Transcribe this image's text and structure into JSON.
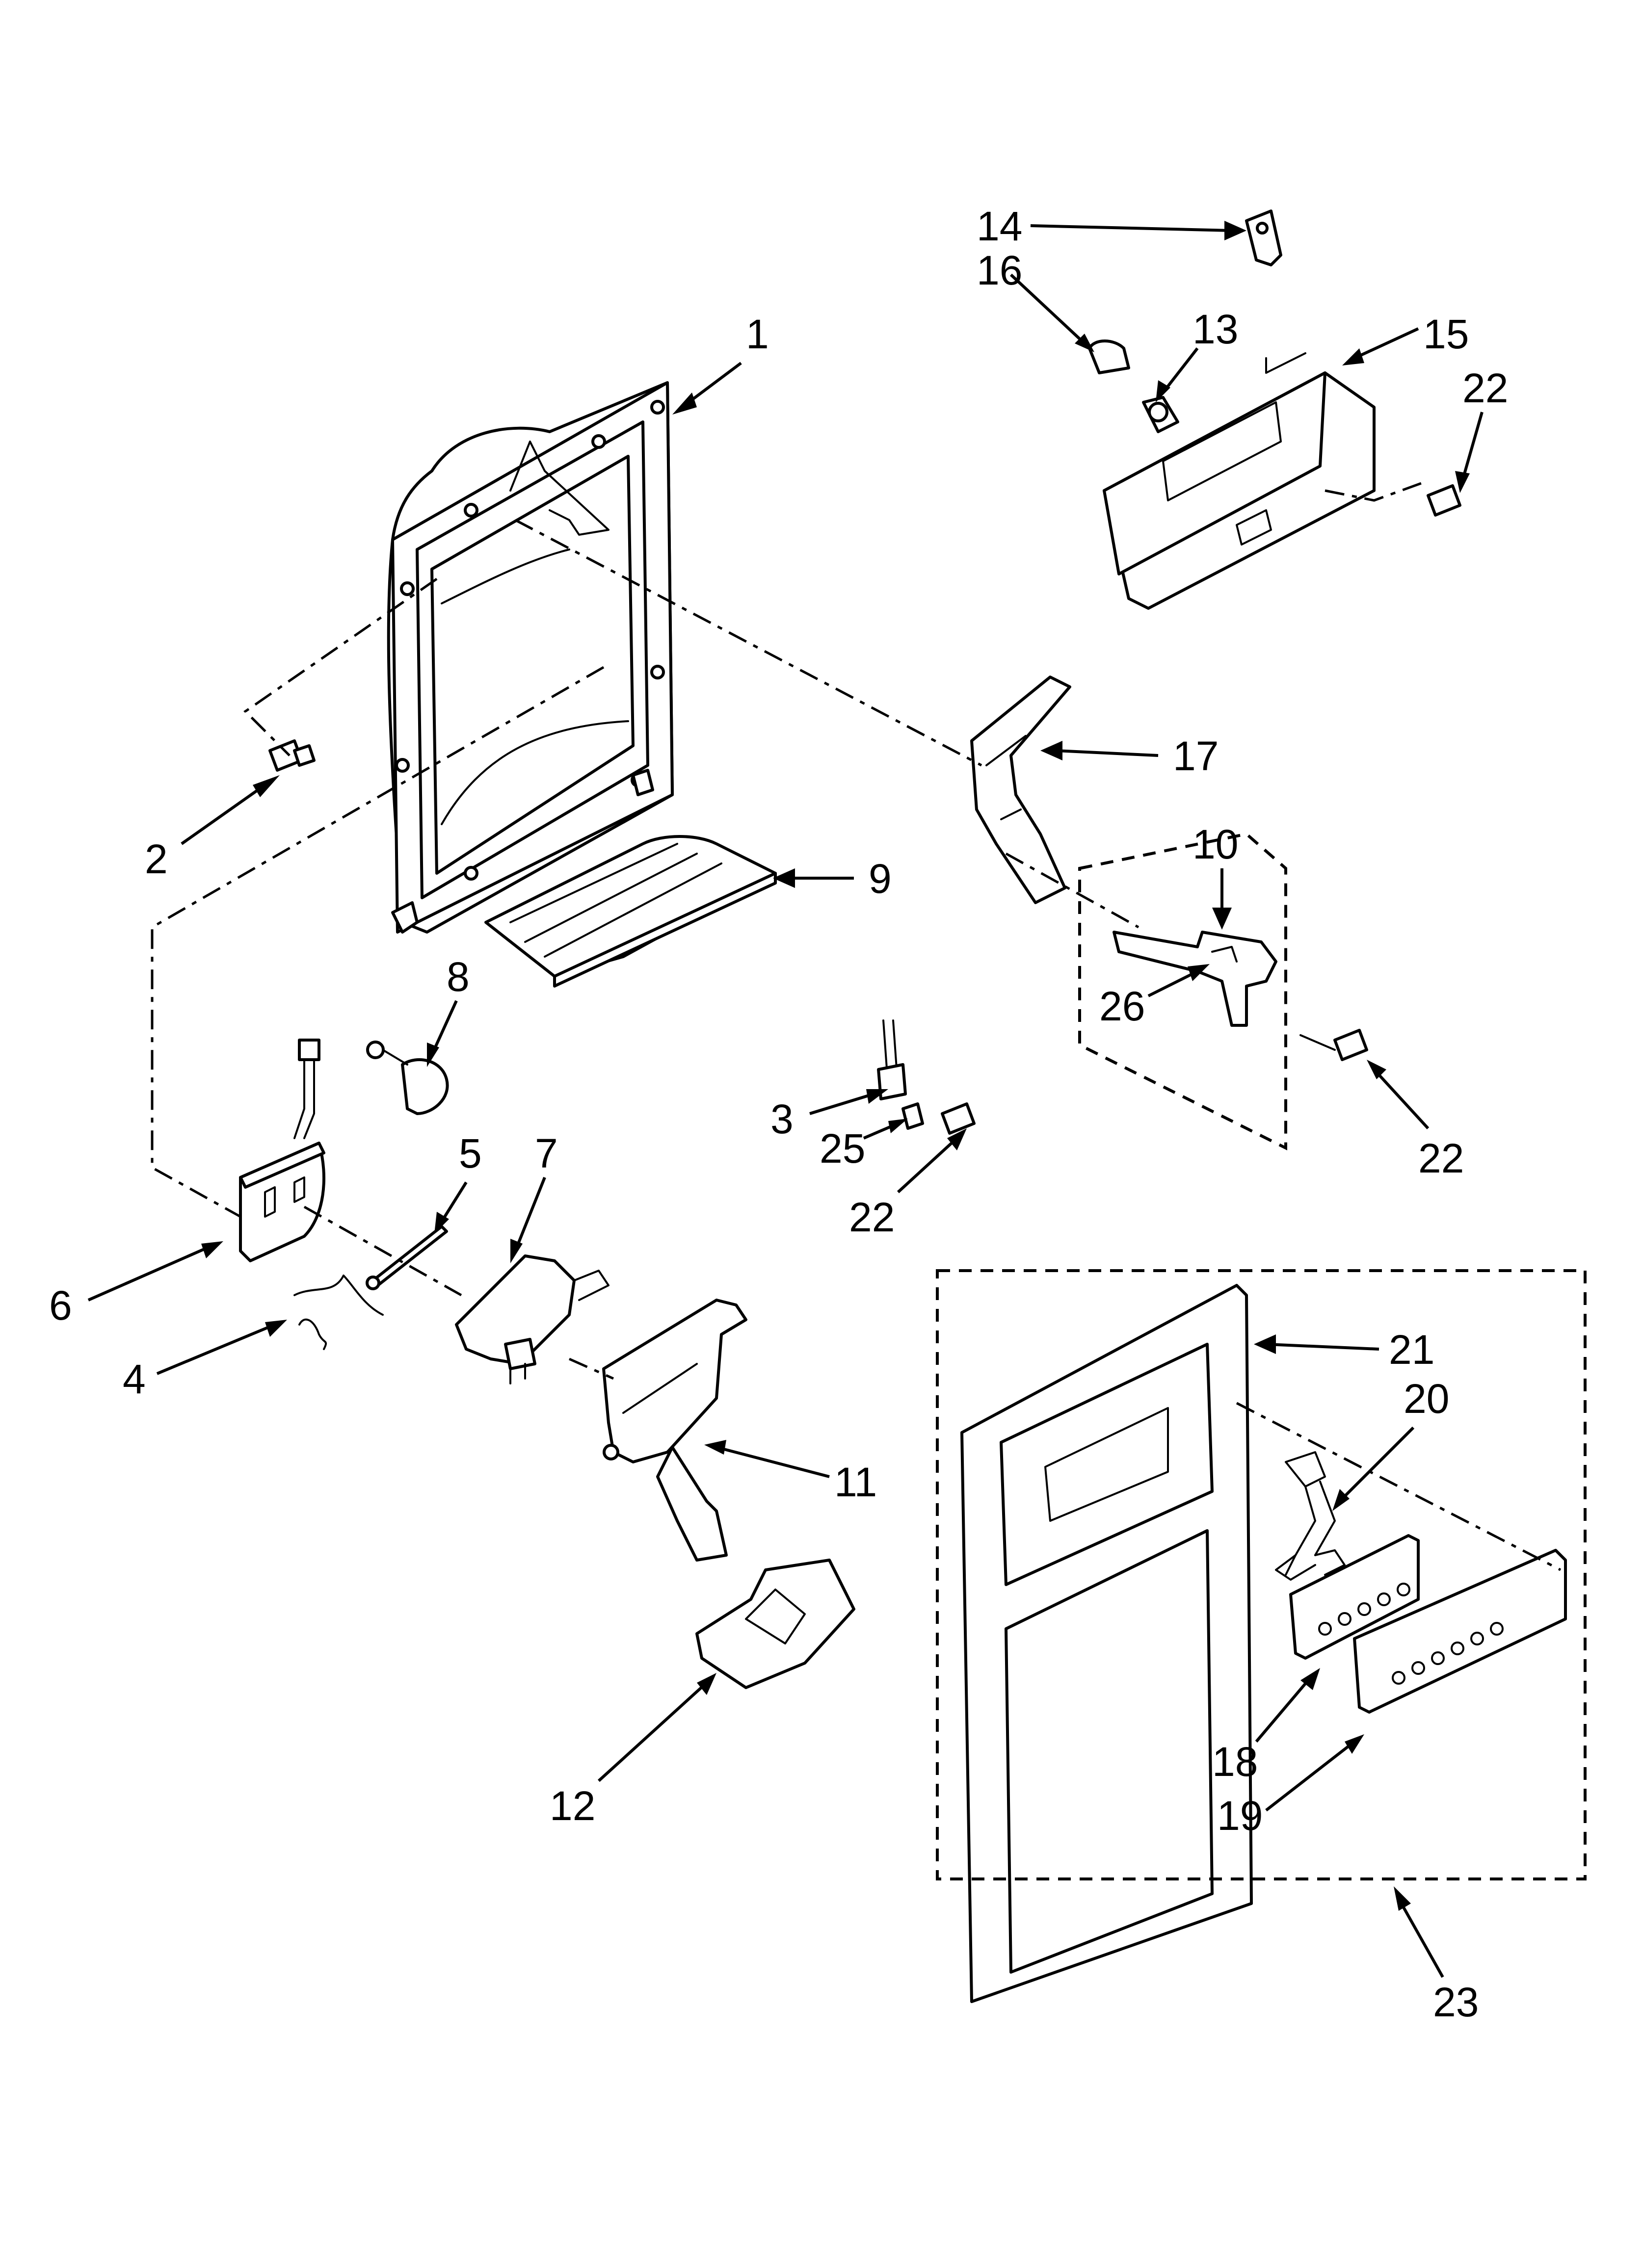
{
  "diagram": {
    "callouts": [
      {
        "id": "c1",
        "label": "1"
      },
      {
        "id": "c2",
        "label": "2"
      },
      {
        "id": "c3",
        "label": "3"
      },
      {
        "id": "c4",
        "label": "4"
      },
      {
        "id": "c5",
        "label": "5"
      },
      {
        "id": "c6",
        "label": "6"
      },
      {
        "id": "c7",
        "label": "7"
      },
      {
        "id": "c8",
        "label": "8"
      },
      {
        "id": "c9",
        "label": "9"
      },
      {
        "id": "c10",
        "label": "10"
      },
      {
        "id": "c11",
        "label": "11"
      },
      {
        "id": "c12",
        "label": "12"
      },
      {
        "id": "c13",
        "label": "13"
      },
      {
        "id": "c14",
        "label": "14"
      },
      {
        "id": "c15",
        "label": "15"
      },
      {
        "id": "c16",
        "label": "16"
      },
      {
        "id": "c17",
        "label": "17"
      },
      {
        "id": "c18",
        "label": "18"
      },
      {
        "id": "c19",
        "label": "19"
      },
      {
        "id": "c20",
        "label": "20"
      },
      {
        "id": "c21",
        "label": "21"
      },
      {
        "id": "c22a",
        "label": "22"
      },
      {
        "id": "c22b",
        "label": "22"
      },
      {
        "id": "c22c",
        "label": "22"
      },
      {
        "id": "c23",
        "label": "23"
      },
      {
        "id": "c25",
        "label": "25"
      },
      {
        "id": "c26",
        "label": "26"
      }
    ]
  }
}
